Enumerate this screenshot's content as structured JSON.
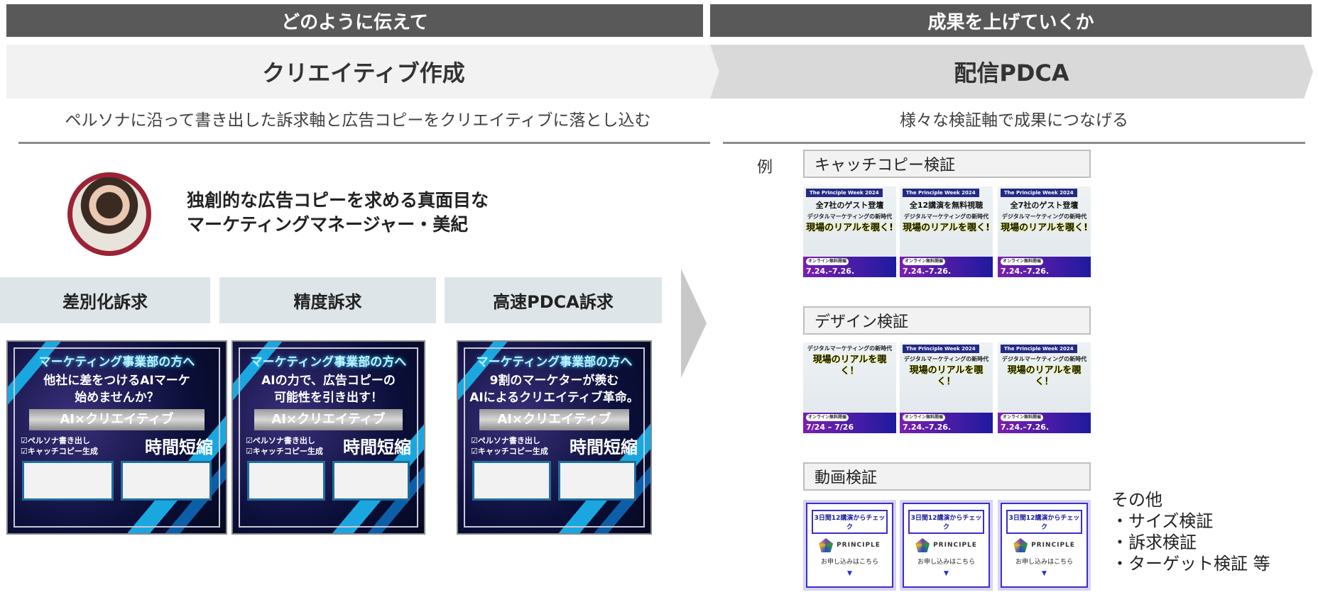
{
  "header": {
    "left": "どのように伝えて",
    "right": "成果を上げていくか"
  },
  "phases": {
    "left": "クリエイティブ作成",
    "right": "配信PDCA"
  },
  "subtitles": {
    "left": "ペルソナに沿って書き出した訴求軸と広告コピーをクリエイティブに落とし込む",
    "right": "様々な検証軸で成果につなげる"
  },
  "persona": {
    "line1": "独創的な広告コピーを求める真面目な",
    "line2": "マーケティングマネージャー・美紀"
  },
  "appeals": [
    {
      "label": "差別化訴求",
      "creative": {
        "top": "マーケティング事業部の方へ",
        "headline1": "他社に差をつけるAIマーケ",
        "headline2": "始めませんか？",
        "band": "AI×クリエイティブ",
        "check1": "☑ペルソナ書き出し",
        "check2": "☑キャッチコピー生成",
        "big": "時間短縮"
      }
    },
    {
      "label": "精度訴求",
      "creative": {
        "top": "マーケティング事業部の方へ",
        "headline1": "AIの力で、広告コピーの",
        "headline2": "可能性を引き出す！",
        "band": "AI×クリエイティブ",
        "check1": "☑ペルソナ書き出し",
        "check2": "☑キャッチコピー生成",
        "big": "時間短縮"
      }
    },
    {
      "label": "高速PDCA訴求",
      "creative": {
        "top": "マーケティング事業部の方へ",
        "headline1": "9割のマーケターが羨む",
        "headline2": "AIによるクリエイティブ革命。",
        "band": "AI×クリエイティブ",
        "check1": "☑ペルソナ書き出し",
        "check2": "☑キャッチコピー生成",
        "big": "時間短縮"
      }
    }
  ],
  "example_label": "例",
  "tests": [
    {
      "label": "キャッチコピー検証",
      "items": [
        {
          "tag": "The Principle Week 2024",
          "a": "全7社のゲスト登壇",
          "b": "デジタルマーケティングの新時代",
          "c": "現場のリアルを覗く!",
          "badge": "オンライン無料開催",
          "date": "7.24.–7.26."
        },
        {
          "tag": "The Principle Week 2024",
          "a": "全12講演を無料視聴",
          "b": "デジタルマーケティングの新時代",
          "c": "現場のリアルを覗く!",
          "badge": "オンライン無料開催",
          "date": "7.24.–7.26."
        },
        {
          "tag": "The Principle Week 2024",
          "a": "全7社のゲスト登壇",
          "b": "デジタルマーケティングの新時代",
          "c": "現場のリアルを覗く!",
          "badge": "オンライン無料開催",
          "date": "7.24.–7.26."
        }
      ]
    },
    {
      "label": "デザイン検証",
      "items": [
        {
          "tag": "",
          "a": "",
          "b": "デジタルマーケティングの新時代",
          "c": "現場のリアルを覗く！",
          "badge": "オンライン無料開催",
          "date": "7/24 – 7/26"
        },
        {
          "tag": "The Principle Week 2024",
          "a": "",
          "b": "デジタルマーケティングの新時代",
          "c": "現場のリアルを覗く！",
          "badge": "オンライン無料開催",
          "date": "7.24.–7.26."
        },
        {
          "tag": "The Principle Week 2024",
          "a": "",
          "b": "デジタルマーケティングの新時代",
          "c": "現場のリアルを覗く！",
          "badge": "オンライン無料開催",
          "date": "7.24.–7.26."
        }
      ]
    },
    {
      "label": "動画検証",
      "items": [
        {
          "head": "3日間12講演からチェック",
          "logo": "PRINCIPLE",
          "cta": "お申し込みはこちら"
        },
        {
          "head": "3日間12講演からチェック",
          "logo": "PRINCIPLE",
          "cta": "お申し込みはこちら"
        },
        {
          "head": "3日間12講演からチェック",
          "logo": "PRINCIPLE",
          "cta": "お申し込みはこちら"
        }
      ]
    }
  ],
  "other": {
    "title": "その他",
    "items": [
      "・サイズ検証",
      "・訴求検証",
      "・ターゲット検証 等"
    ]
  }
}
